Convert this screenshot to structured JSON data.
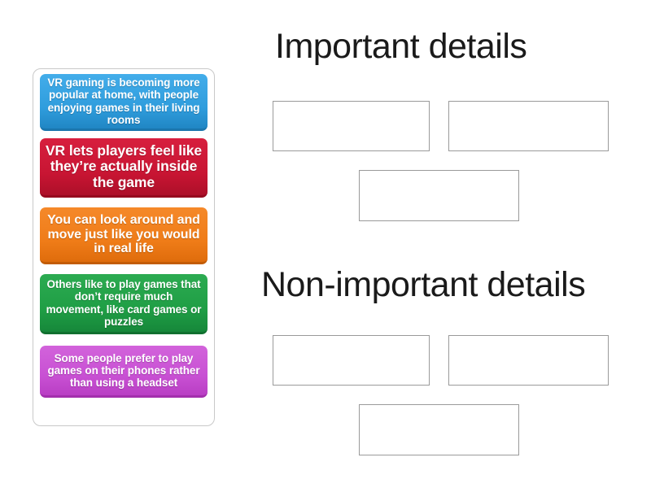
{
  "activity": {
    "type": "group-sort",
    "topic": "VR gaming"
  },
  "cards_panel": {
    "cards": [
      {
        "id": "card-1",
        "color_name": "blue",
        "color": "#2f9ddd",
        "text": "VR gaming is becoming more popular at home, with people enjoying games in their living rooms"
      },
      {
        "id": "card-2",
        "color_name": "red",
        "color": "#c81533",
        "text": "VR lets players feel like they’re actually inside the game"
      },
      {
        "id": "card-3",
        "color_name": "orange",
        "color": "#ef7c18",
        "text": "You can look around and move just like you would in real life"
      },
      {
        "id": "card-4",
        "color_name": "green",
        "color": "#1f9e45",
        "text": "Others like to play games that don’t require much movement, like card games or puzzles"
      },
      {
        "id": "card-5",
        "color_name": "purple",
        "color": "#c850d3",
        "text": "Some people prefer to play games on their phones rather than using a headset"
      }
    ]
  },
  "groups": [
    {
      "id": "important",
      "heading": "Important details",
      "zones": [
        {
          "id": "important-1",
          "content": ""
        },
        {
          "id": "important-2",
          "content": ""
        },
        {
          "id": "important-3",
          "content": ""
        }
      ]
    },
    {
      "id": "non-important",
      "heading": "Non-important details",
      "zones": [
        {
          "id": "non-important-1",
          "content": ""
        },
        {
          "id": "non-important-2",
          "content": ""
        },
        {
          "id": "non-important-3",
          "content": ""
        }
      ]
    }
  ],
  "colors": {
    "background": "#ffffff",
    "panel_border": "#c9c9c9",
    "dropzone_border": "#9a9a9a",
    "heading_text": "#1a1a1a",
    "card_text": "#ffffff"
  }
}
